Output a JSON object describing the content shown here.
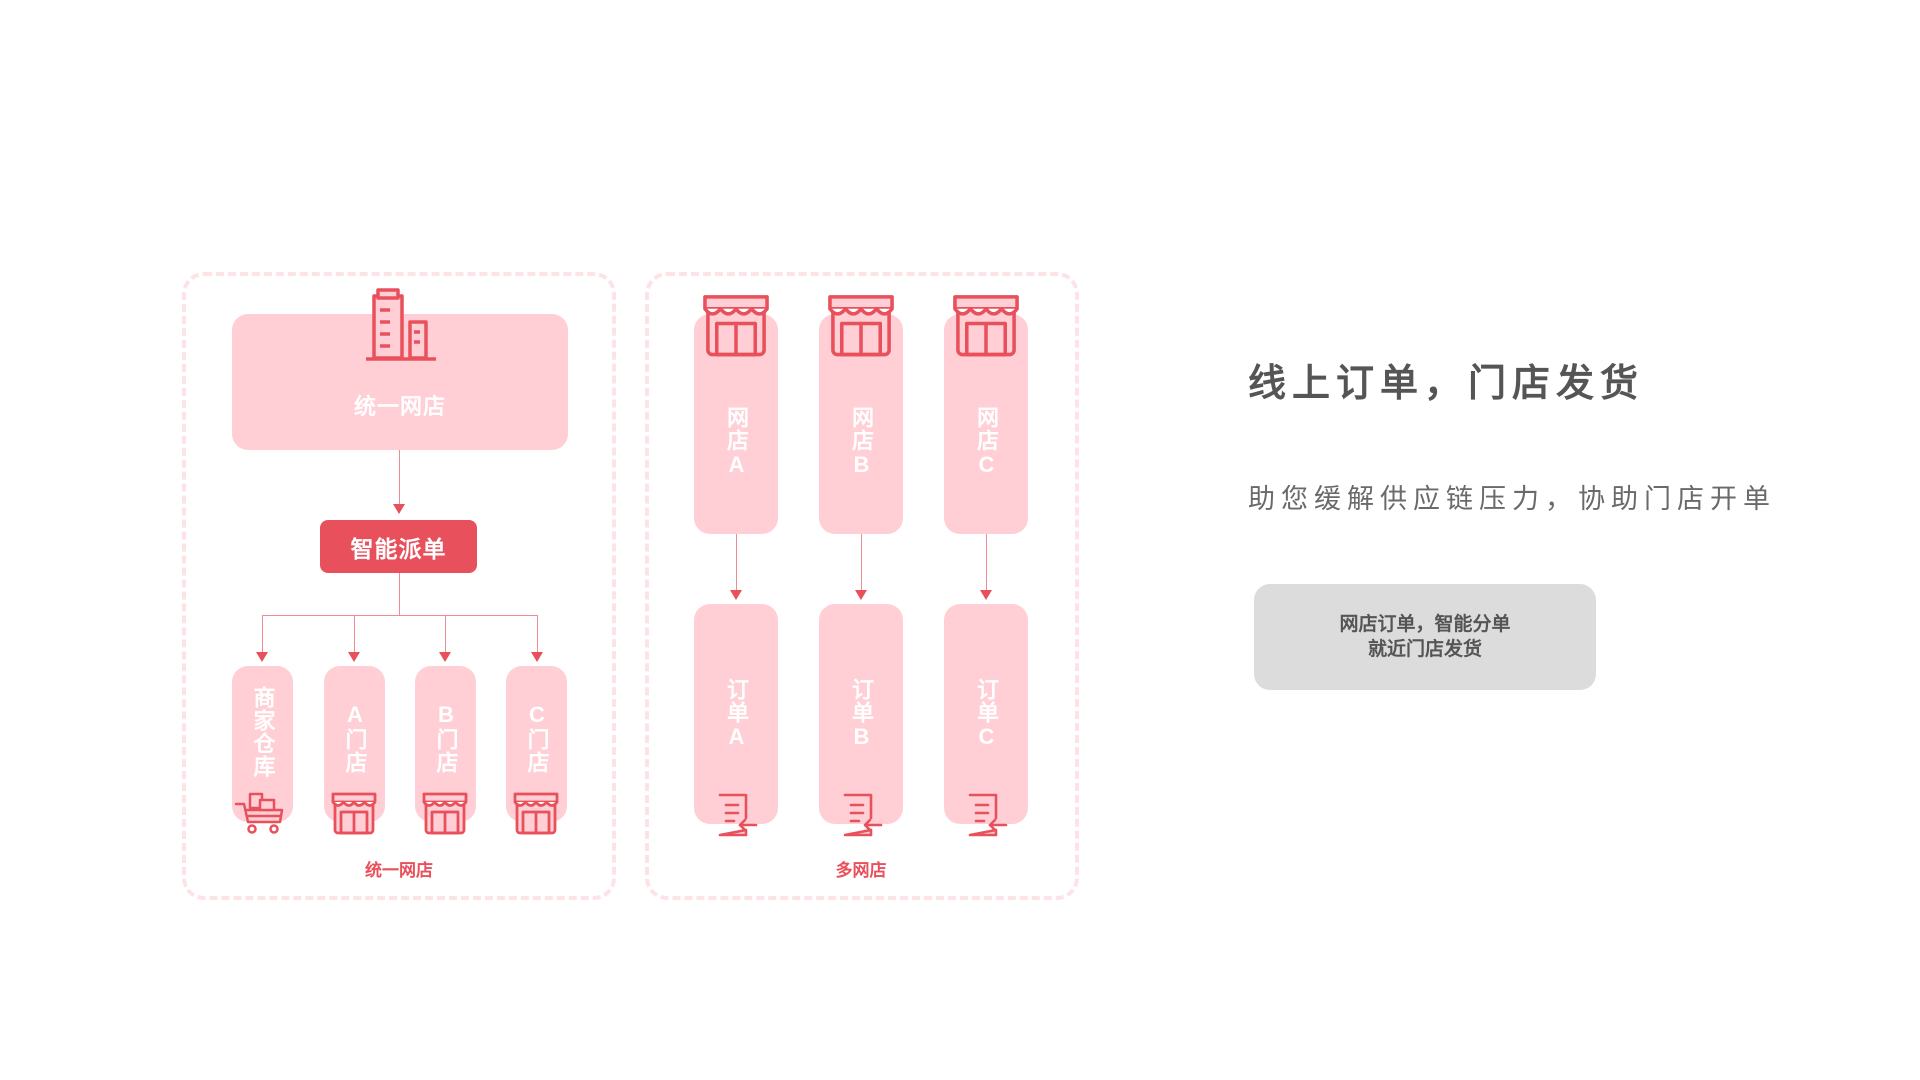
{
  "left_panel": {
    "main_box_label": "统一网店",
    "dispatch_label": "智能派单",
    "caption": "统一网店",
    "branches": [
      {
        "label": "商家仓库",
        "icon": "warehouse-cart-icon"
      },
      {
        "label": "A门店",
        "icon": "store-icon"
      },
      {
        "label": "B门店",
        "icon": "store-icon"
      },
      {
        "label": "C门店",
        "icon": "store-icon"
      }
    ],
    "top_icon": "buildings-icon"
  },
  "right_panel": {
    "caption": "多网店",
    "shops": [
      {
        "label": "网店A",
        "order": "订单A"
      },
      {
        "label": "网店B",
        "order": "订单B"
      },
      {
        "label": "网店C",
        "order": "订单C"
      }
    ],
    "shop_icon": "store-icon",
    "order_icon": "order-document-icon"
  },
  "info": {
    "title": "线上订单，门店发货",
    "subtitle": "助您缓解供应链压力，协助门店开单",
    "button_line1": "网店订单，智能分单",
    "button_line2": "就近门店发货"
  },
  "colors": {
    "accent": "#e8505b",
    "pink_fill": "#ffcfd5",
    "dashed_border": "#fde3e6",
    "button_gray": "#dcdcdc"
  }
}
